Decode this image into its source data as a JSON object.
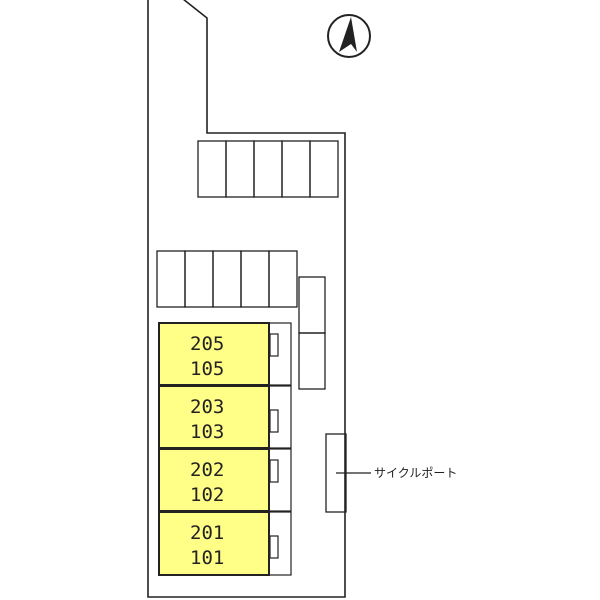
{
  "compass": {
    "icon": "north-arrow-icon"
  },
  "buildings": [
    {
      "upper": "205",
      "lower": "105"
    },
    {
      "upper": "203",
      "lower": "103"
    },
    {
      "upper": "202",
      "lower": "102"
    },
    {
      "upper": "201",
      "lower": "101"
    }
  ],
  "cycle_port": {
    "label": "サイクルポート"
  },
  "colors": {
    "unit_fill": "#ffff88",
    "line": "#222222"
  }
}
